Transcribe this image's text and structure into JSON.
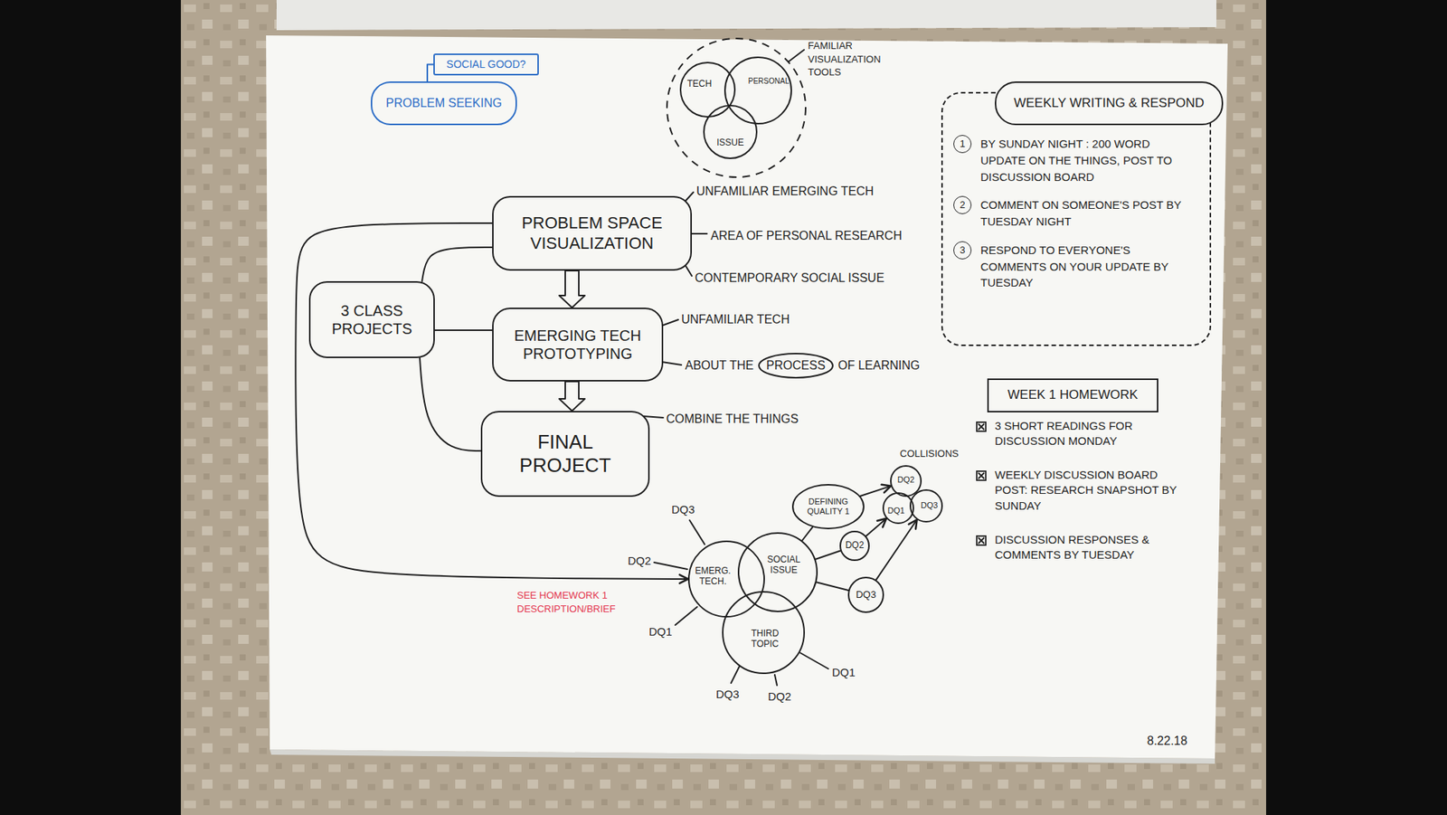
{
  "diagram": {
    "nodes": [
      {
        "text": [
          "SOCIAL GOOD?"
        ]
      },
      {
        "text": [
          "PROBLEM SEEKING"
        ]
      },
      {
        "text": [
          "TECH"
        ]
      },
      {
        "text": [
          "PERSONAL"
        ]
      },
      {
        "text": [
          "ISSUE"
        ]
      },
      {
        "text": [
          "PROBLEM SPACE VISUALIZATION"
        ]
      },
      {
        "text": [
          "3 CLASS PROJECTS"
        ]
      },
      {
        "text": [
          "EMERGING TECH PROTOTYPING"
        ]
      },
      {
        "text": [
          "PROCESS"
        ]
      },
      {
        "text": [
          "FINAL PROJECT"
        ]
      },
      {
        "text": [
          "WEEKLY WRITING & RESPOND"
        ]
      },
      {
        "text": [
          "BY SUNDAY NIGHT : 200 WORD UPDATE ON THE THINGS, POST TO DISCUSSION BOARD",
          "COMMENT ON SOMEONE'S POST BY TUESDAY NIGHT",
          "RESPOND TO EVERYONE'S COMMENTS ON YOUR UPDATE BY TUESDAY"
        ]
      },
      {
        "text": [
          "1"
        ],
        "in": 11
      },
      {
        "text": [
          "2"
        ],
        "in": 11
      },
      {
        "text": [
          "3"
        ],
        "in": 11
      },
      {
        "text": [
          "WEEK 1 HOMEWORK"
        ]
      },
      {
        "text": [
          "DEFINING QUALITY 1"
        ]
      },
      {
        "text": [
          "DQ2"
        ]
      },
      {
        "text": [
          "DQ1"
        ]
      },
      {
        "text": [
          "DQ3"
        ]
      },
      {
        "text": [
          "DQ2"
        ]
      },
      {
        "text": [
          "EMERG. TECH."
        ]
      },
      {
        "text": [
          "SOCIAL ISSUE"
        ]
      },
      {
        "text": [
          "DQ3"
        ]
      },
      {
        "text": [
          "THIRD TOPIC"
        ]
      }
    ],
    "edges": [
      {
        "from": 1,
        "to": 0,
        "arrow": "none"
      },
      {
        "from": 5,
        "to": 7,
        "arrow": "to"
      },
      {
        "from": 7,
        "to": 9,
        "arrow": "to"
      },
      {
        "from": 6,
        "to": 5,
        "arrow": "none"
      },
      {
        "from": 6,
        "to": 7,
        "arrow": "none"
      },
      {
        "from": 6,
        "to": 9,
        "arrow": "none"
      },
      {
        "from": 5,
        "to": 21,
        "arrow": "to"
      },
      {
        "from": 22,
        "to": 16,
        "arrow": "none"
      },
      {
        "from": 22,
        "to": 20,
        "arrow": "none"
      },
      {
        "from": 22,
        "to": 23,
        "arrow": "none"
      },
      {
        "from": 16,
        "to": 17,
        "arrow": "to"
      },
      {
        "from": 20,
        "to": 18,
        "arrow": "to"
      },
      {
        "from": 23,
        "to": 19,
        "arrow": "to"
      }
    ],
    "labels": [
      "FAMILIAR VISUALIZATION TOOLS",
      "UNFAMILIAR EMERGING TECH",
      "AREA OF PERSONAL RESEARCH",
      "CONTEMPORARY SOCIAL ISSUE",
      "UNFAMILIAR TECH",
      "ABOUT THE",
      "OF LEARNING",
      "COMBINE THE THINGS",
      "3 SHORT READINGS FOR DISCUSSION MONDAY",
      "WEEKLY DISCUSSION BOARD POST: RESEARCH SNAPSHOT BY SUNDAY",
      "DISCUSSION RESPONSES & COMMENTS BY TUESDAY",
      "COLLISIONS",
      "DQ3",
      "DQ2",
      "DQ1",
      "SEE HOMEWORK 1 DESCRIPTION/BRIEF",
      "DQ3",
      "DQ2",
      "DQ1",
      "8.22.18"
    ]
  }
}
